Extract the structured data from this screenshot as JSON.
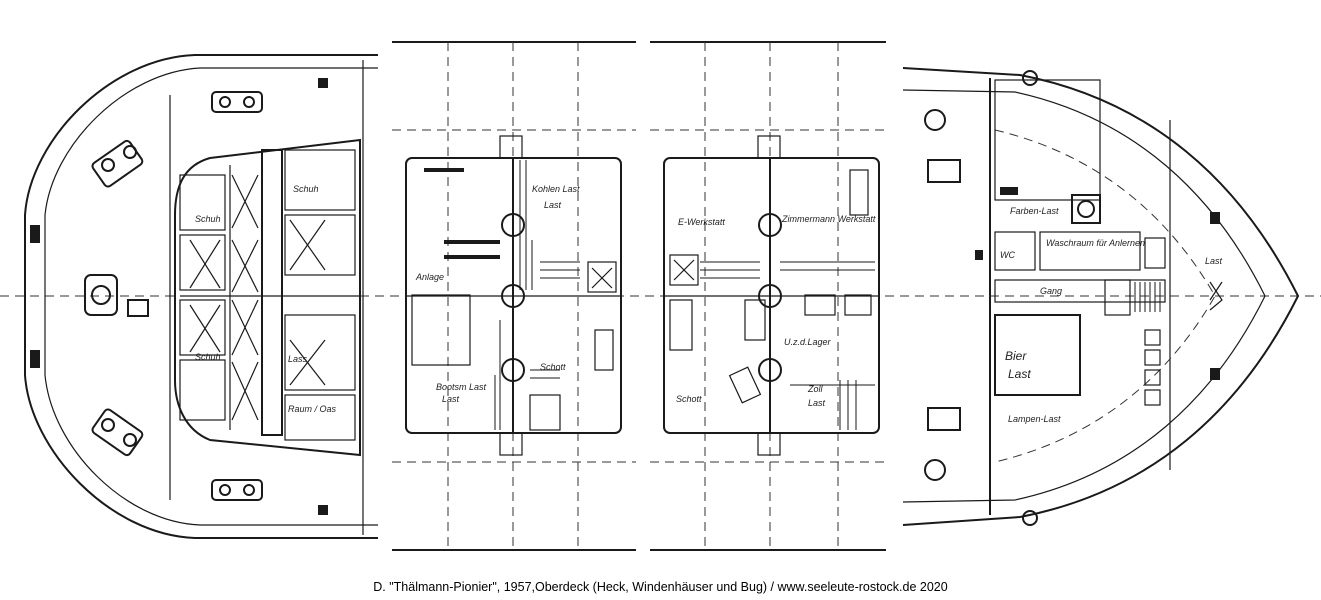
{
  "caption": "D. \"Thälmann-Pionier\", 1957,Oberdeck (Heck, Windenhäuser und Bug) / www.seeleute-rostock.de 2020",
  "heck": {
    "label_schuh_top": "Schuh",
    "label_schuh_right": "Schuh",
    "label_schuh_bottom": "Schuh",
    "label_lass": "Lass",
    "label_raum": "Raum / Oas"
  },
  "windenhaus_1": {
    "label_anlage": "Anlage",
    "label_last_top": "Last",
    "label_last_bottom": "Last",
    "label_kettenlast": "Kohlen Last",
    "label_bootslast": "Bootsm Last",
    "label_schott": "Schott"
  },
  "windenhaus_2": {
    "label_e_werkstatt": "E-Werkstatt",
    "label_zimmermann": "Zimmermann Werkstatt",
    "label_lager": "U.z.d.Lager",
    "label_zoll": "Zoll",
    "label_last": "Last",
    "label_schott": "Schott"
  },
  "bug": {
    "label_farben_last": "Farben-Last",
    "label_wc": "WC",
    "label_waschraum": "Waschraum für Anlernen",
    "label_gang": "Gang",
    "label_bier": "Bier",
    "label_last_bier": "Last",
    "label_lampen_last": "Lampen-Last",
    "label_last_right": "Last"
  }
}
